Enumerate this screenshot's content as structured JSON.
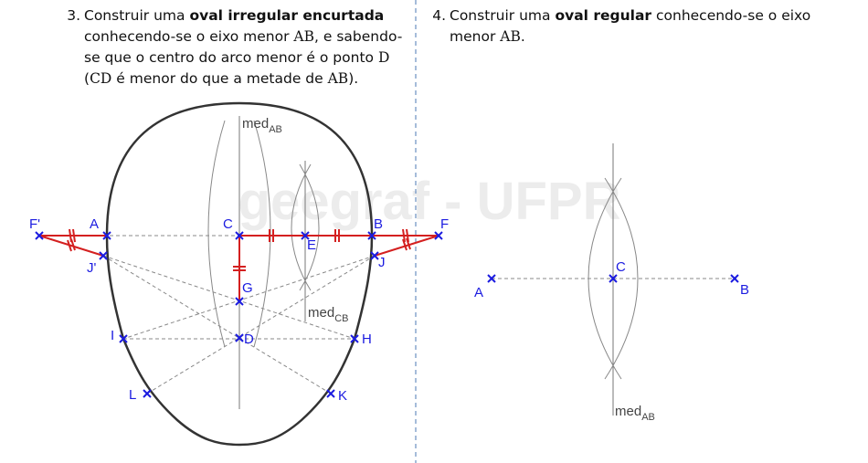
{
  "exercise3": {
    "number": "3.",
    "line1_pre": "Construir uma ",
    "line1_bold": "oval irregular encurtada",
    "line2_pre": "conhecendo-se o eixo menor ",
    "line2_ab": "AB",
    "line2_post": ", e sabendo-",
    "line3_pre": "se que o centro do arco menor é o ponto ",
    "line3_d": "D",
    "line4_open": "(",
    "line4_cd": "CD",
    "line4_mid": " é menor do que a metade de ",
    "line4_ab": "AB",
    "line4_close": ")."
  },
  "exercise4": {
    "number": "4.",
    "line1_pre": "Construir uma ",
    "line1_bold": "oval regular",
    "line1_post": " conhecendo-se o eixo",
    "line2_pre": "menor ",
    "line2_ab": "AB",
    "line2_post": "."
  },
  "watermark": "geegraf - UFPR",
  "left_figure": {
    "points": {
      "A": "A",
      "B": "B",
      "C": "C",
      "D": "D",
      "E": "E",
      "F": "F",
      "F_prime": "F'",
      "G": "G",
      "H": "H",
      "I": "I",
      "J": "J",
      "J_prime": "J'",
      "K": "K",
      "L": "L"
    },
    "med_ab": {
      "main": "med",
      "sub": "AB"
    },
    "med_cb": {
      "main": "med",
      "sub": "CB"
    }
  },
  "right_figure": {
    "points": {
      "A": "A",
      "B": "B",
      "C": "C"
    },
    "med_ab": {
      "main": "med",
      "sub": "AB"
    }
  },
  "colors": {
    "construction_red": "#d42020",
    "point_blue": "#1b1be0",
    "outline": "#333333",
    "dashed_gray": "#888888",
    "divider_blue": "#6a8fc0"
  }
}
